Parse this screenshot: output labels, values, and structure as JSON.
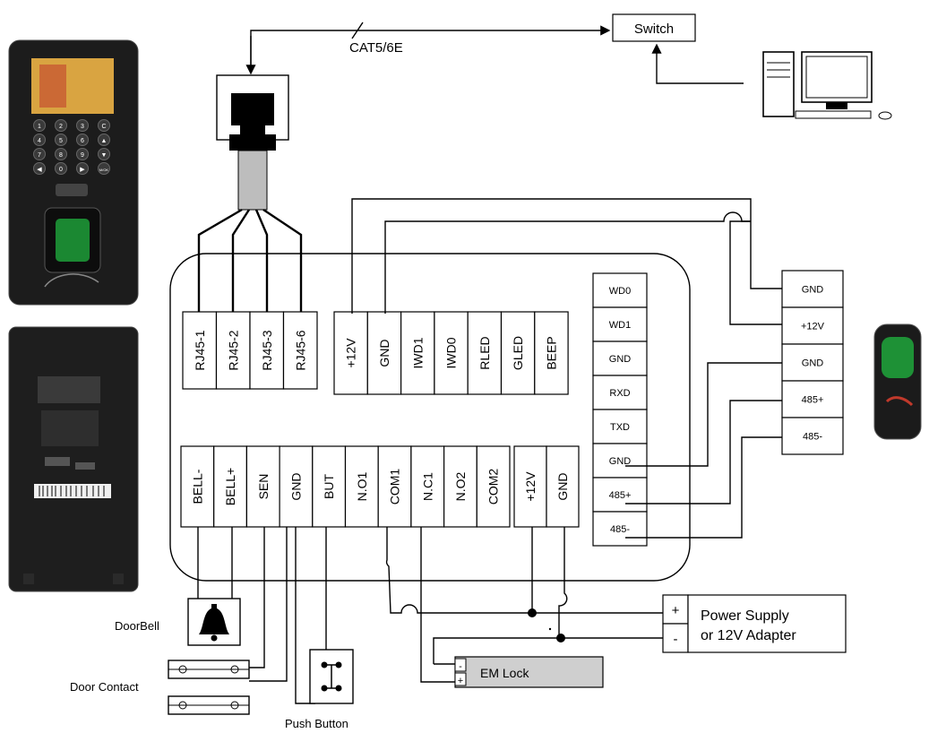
{
  "network": {
    "cable_label": "CAT5/6E",
    "switch_label": "Switch"
  },
  "rj45_terminals": [
    "RJ45-1",
    "RJ45-2",
    "RJ45-3",
    "RJ45-6"
  ],
  "wiegand_terminals": [
    "+12V",
    "GND",
    "IWD1",
    "IWD0",
    "RLED",
    "GLED",
    "BEEP"
  ],
  "bottom_terminals": [
    "BELL-",
    "BELL+",
    "SEN",
    "GND",
    "BUT",
    "N.O1",
    "COM1",
    "N.C1",
    "N.O2",
    "COM2"
  ],
  "power_terminals": [
    "+12V",
    "GND"
  ],
  "right_terminals": [
    "WD0",
    "WD1",
    "GND",
    "RXD",
    "TXD",
    "GND",
    "485+",
    "485-"
  ],
  "reader_terminals": [
    "GND",
    "+12V",
    "GND",
    "485+",
    "485-"
  ],
  "power_supply": {
    "plus": "+",
    "minus": "-",
    "line1": "Power Supply",
    "line2": "or 12V Adapter"
  },
  "em_lock": {
    "label": "EM Lock",
    "minus": "-",
    "plus": "+"
  },
  "labels": {
    "door_bell": "DoorBell",
    "door_contact": "Door Contact",
    "push_button": "Push Button"
  },
  "colors": {
    "lock_fill": "#cfcfcf",
    "cable_fill": "#bdbdbd",
    "device_body": "#1c1c1c",
    "screen": "#d9a441"
  },
  "device_keypad": [
    "1",
    "2",
    "3",
    "C",
    "4",
    "5",
    "6",
    "▲",
    "7",
    "8",
    "9",
    "▼",
    "◀",
    "0",
    "▶",
    "M/OK"
  ]
}
